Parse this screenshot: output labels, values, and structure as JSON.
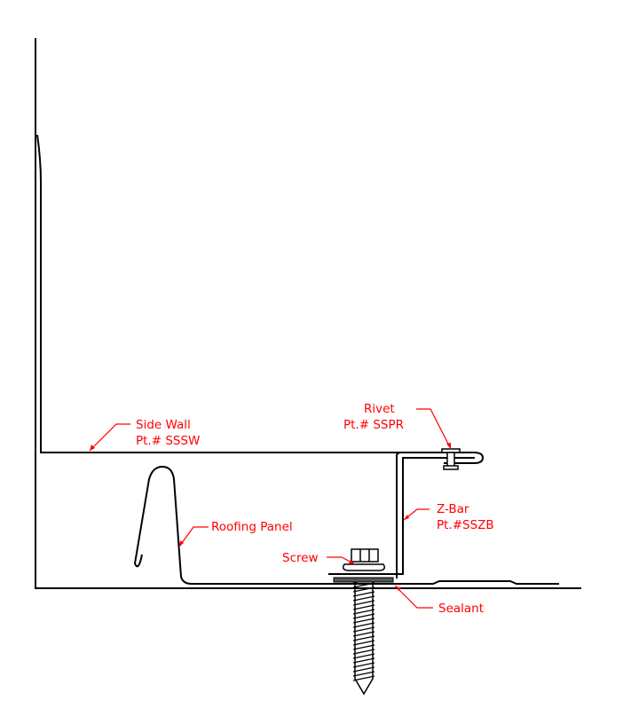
{
  "labels": {
    "side_wall": {
      "name": "Side Wall",
      "part": "Pt.# SSSW"
    },
    "rivet": {
      "name": "Rivet",
      "part": "Pt.# SSPR"
    },
    "z_bar": {
      "name": "Z-Bar",
      "part": "Pt.#SSZB"
    },
    "roofing_panel": {
      "name": "Roofing Panel"
    },
    "screw": {
      "name": "Screw"
    },
    "sealant": {
      "name": "Sealant"
    }
  },
  "colors": {
    "line": "#000000",
    "callout": "#ff0000",
    "sealant": "#555555"
  }
}
